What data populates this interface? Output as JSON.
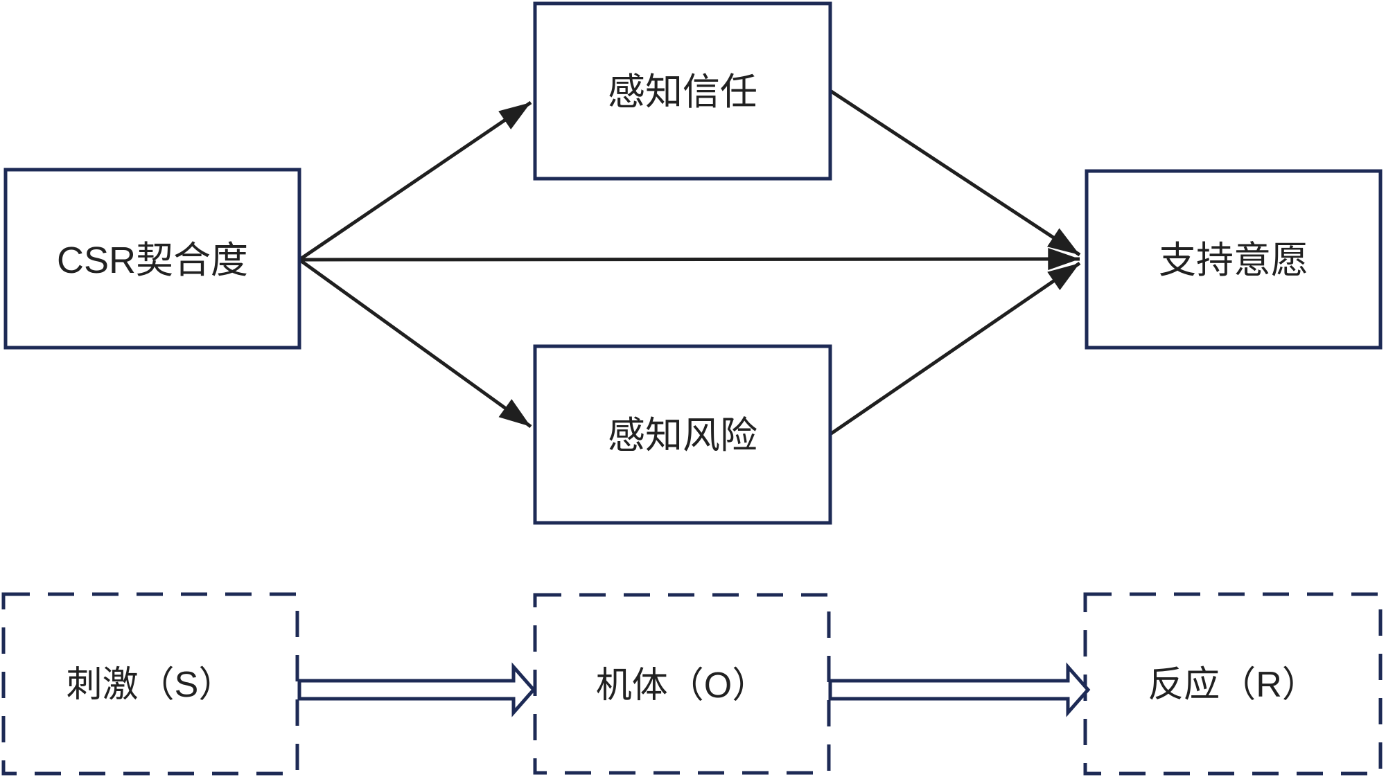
{
  "figure": {
    "background_color": "#ffffff",
    "box_border_color": "#1d2a55",
    "arrow_color": "#1f1f1f",
    "text_color": "#212121",
    "model": {
      "boxes": [
        {
          "id": "csr-fit",
          "label": "CSR契合度"
        },
        {
          "id": "perceived-trust",
          "label": "感知信任"
        },
        {
          "id": "perceived-risk",
          "label": "感知风险"
        },
        {
          "id": "support-intention",
          "label": "支持意愿"
        }
      ],
      "relations": [
        {
          "from": "csr-fit",
          "to": "perceived-trust"
        },
        {
          "from": "csr-fit",
          "to": "support-intention"
        },
        {
          "from": "csr-fit",
          "to": "perceived-risk"
        },
        {
          "from": "perceived-trust",
          "to": "support-intention"
        },
        {
          "from": "perceived-risk",
          "to": "support-intention"
        }
      ]
    },
    "sor_framework": {
      "boxes": [
        {
          "id": "stimulus",
          "label": "刺激（S）"
        },
        {
          "id": "organism",
          "label": "机体（O）"
        },
        {
          "id": "response",
          "label": "反应（R）"
        }
      ],
      "relations": [
        {
          "from": "stimulus",
          "to": "organism"
        },
        {
          "from": "organism",
          "to": "response"
        }
      ]
    }
  }
}
